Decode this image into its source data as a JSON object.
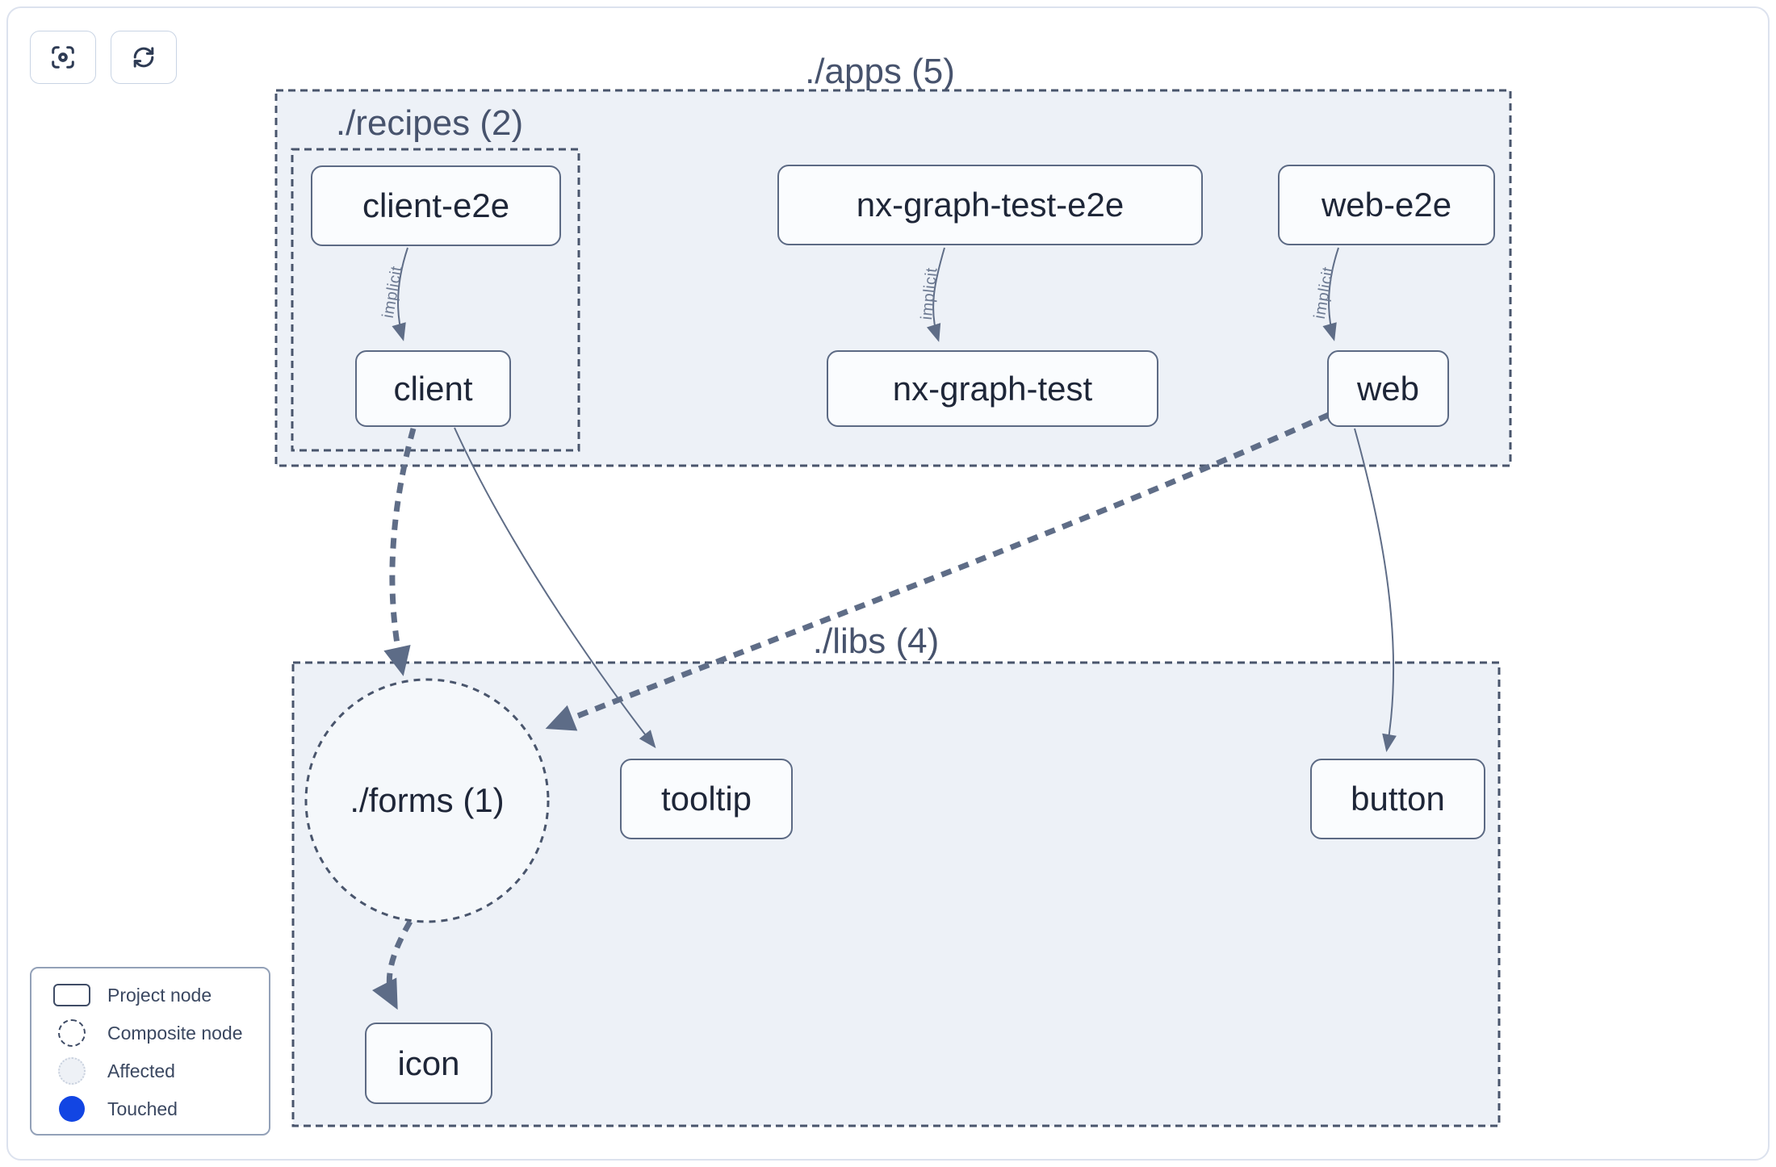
{
  "toolbar": {
    "buttons": [
      {
        "name": "focus",
        "icon": "focus-crosshair-icon"
      },
      {
        "name": "refresh",
        "icon": "refresh-icon"
      }
    ]
  },
  "graph": {
    "groups": [
      {
        "id": "apps",
        "label": "./apps (5)"
      },
      {
        "id": "recipes",
        "label": "./recipes (2)"
      },
      {
        "id": "libs",
        "label": "./libs (4)"
      }
    ],
    "composite": {
      "id": "forms",
      "label": "./forms (1)"
    },
    "nodes": [
      {
        "id": "client-e2e",
        "label": "client-e2e",
        "group": "recipes"
      },
      {
        "id": "nx-graph-test-e2e",
        "label": "nx-graph-test-e2e",
        "group": "apps"
      },
      {
        "id": "web-e2e",
        "label": "web-e2e",
        "group": "apps"
      },
      {
        "id": "client",
        "label": "client",
        "group": "recipes"
      },
      {
        "id": "nx-graph-test",
        "label": "nx-graph-test",
        "group": "apps"
      },
      {
        "id": "web",
        "label": "web",
        "group": "apps"
      },
      {
        "id": "tooltip",
        "label": "tooltip",
        "group": "libs"
      },
      {
        "id": "button",
        "label": "button",
        "group": "libs"
      },
      {
        "id": "icon",
        "label": "icon",
        "group": "libs"
      }
    ],
    "edges": [
      {
        "from": "client-e2e",
        "to": "client",
        "label": "implicit",
        "style": "solid-thin"
      },
      {
        "from": "nx-graph-test-e2e",
        "to": "nx-graph-test",
        "label": "implicit",
        "style": "solid-thin"
      },
      {
        "from": "web-e2e",
        "to": "web",
        "label": "implicit",
        "style": "solid-thin"
      },
      {
        "from": "client",
        "to": "./forms",
        "label": "",
        "style": "dashed-thick"
      },
      {
        "from": "client",
        "to": "tooltip",
        "label": "",
        "style": "solid-thin"
      },
      {
        "from": "web",
        "to": "./forms",
        "label": "",
        "style": "dashed-thick"
      },
      {
        "from": "web",
        "to": "button",
        "label": "",
        "style": "solid-thin"
      },
      {
        "from": "./forms",
        "to": "icon",
        "label": "",
        "style": "dashed-thick"
      }
    ]
  },
  "legend": {
    "items": [
      {
        "label": "Project node",
        "swatch": "project-rect"
      },
      {
        "label": "Composite node",
        "swatch": "composite-dashed-circle"
      },
      {
        "label": "Affected",
        "swatch": "affected-circle"
      },
      {
        "label": "Touched",
        "swatch": "touched-circle"
      }
    ]
  },
  "colors": {
    "group_fill": "#edf1f7",
    "node_fill": "#fafcfe",
    "node_border": "#5c6a84",
    "edge": "#5f6d87",
    "dashed_border": "#49556c",
    "label": "#47536d",
    "node_text": "#1e2638",
    "touched_blue": "#1245e3",
    "affected_fill": "#eef1f6"
  }
}
